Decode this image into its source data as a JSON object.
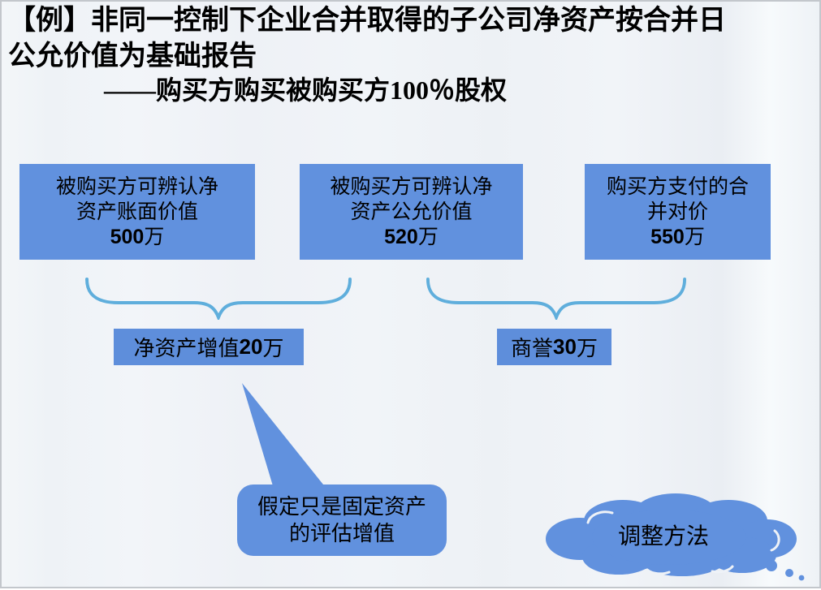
{
  "slide": {
    "title": {
      "line1": "【例】非同一控制下企业合并取得的子公司净资产按合并日",
      "line2": "公允价值为基础报告",
      "line3": "——购买方购买被购买方100％股权"
    },
    "top_boxes": [
      {
        "line1": "被购买方可辨认净",
        "line2": "资产账面价值",
        "value": "500",
        "unit": "万"
      },
      {
        "line1": "被购买方可辨认净",
        "line2": "资产公允价值",
        "value": "520",
        "unit": "万"
      },
      {
        "line1": "购买方支付的合",
        "line2": "并对价",
        "value": "550",
        "unit": "万"
      }
    ],
    "result_boxes": [
      {
        "prefix": "净资产增值",
        "value": "20",
        "unit": "万"
      },
      {
        "prefix": "商誉",
        "value": "30",
        "unit": "万"
      }
    ],
    "callout": {
      "line1": "假定只是固定资产",
      "line2": "的评估增值"
    },
    "cloud": {
      "label": "调整方法"
    }
  },
  "colors": {
    "box_fill": "#6191DE",
    "result_box_fill": "#5E8EDB",
    "brace_stroke": "#5FAEDC",
    "callout_fill": "#6191DE",
    "cloud_fill": "#6191DE",
    "text": "#000000",
    "background": "#EFF2F6"
  }
}
